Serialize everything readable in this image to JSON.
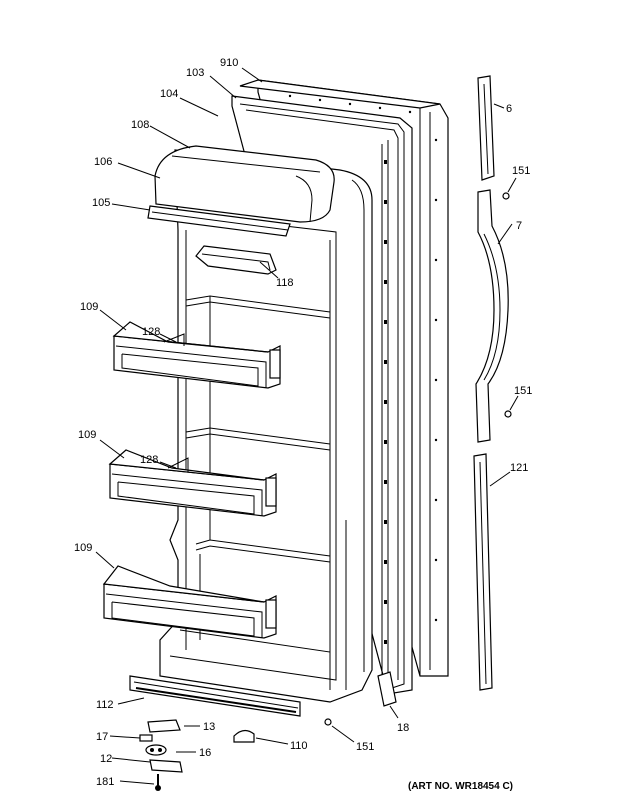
{
  "diagram": {
    "part_labels": {
      "p910": "910",
      "p103": "103",
      "p104": "104",
      "p108": "108",
      "p106": "106",
      "p105": "105",
      "p118": "118",
      "p109a": "109",
      "p128a": "128",
      "p109b": "109",
      "p128b": "128",
      "p109c": "109",
      "p112": "112",
      "p13": "13",
      "p17": "17",
      "p16": "16",
      "p12": "12",
      "p181": "181",
      "p110": "110",
      "p151c": "151",
      "p18": "18",
      "p6": "6",
      "p151a": "151",
      "p7": "7",
      "p151b": "151",
      "p121": "121"
    },
    "art_number": "(ART NO. WR18454 C)"
  }
}
